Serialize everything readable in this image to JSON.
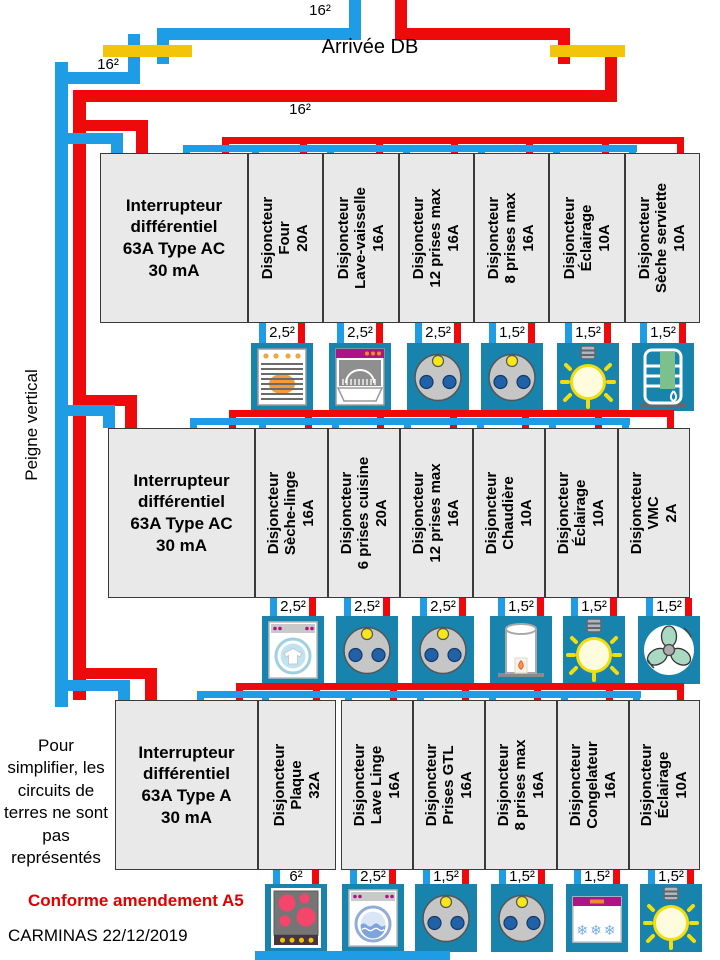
{
  "labels": {
    "arrival": "Arrivée DB",
    "wire_top": "16²",
    "wire_left": "16²",
    "wire_main": "16²",
    "peigne": "Peigne vertical",
    "note": "Pour\nsimplifier, les\ncircuits de\nterres ne sont\npas\nreprésentés",
    "conform": "Conforme amendement A5",
    "credit": "CARMINAS 22/12/2019"
  },
  "colors": {
    "neutral_blue": "#1E9CE5",
    "live_red": "#EE0A0A",
    "terminal_yellow": "#F2C50A",
    "appliance_teal": "#1884AE",
    "panel_grey": "#E9E9E9",
    "conform_red": "#E00000"
  },
  "rows": [
    {
      "rcd_label": "Interrupteur\ndifférentiel\n63A Type AC\n30 mA",
      "circuits": [
        {
          "title": "Disjoncteur",
          "name": "Four",
          "rating": "20A",
          "wire": "2,5²",
          "icon": "oven"
        },
        {
          "title": "Disjoncteur",
          "name": "Lave-vaisselle",
          "rating": "16A",
          "wire": "2,5²",
          "icon": "dishwasher"
        },
        {
          "title": "Disjoncteur",
          "name": "12 prises max",
          "rating": "16A",
          "wire": "2,5²",
          "icon": "socket"
        },
        {
          "title": "Disjoncteur",
          "name": "8 prises max",
          "rating": "16A",
          "wire": "1,5²",
          "icon": "socket"
        },
        {
          "title": "Disjoncteur",
          "name": "Éclairage",
          "rating": "10A",
          "wire": "1,5²",
          "icon": "bulb"
        },
        {
          "title": "Disjoncteur",
          "name": "Sèche serviette",
          "rating": "10A",
          "wire": "1,5²",
          "icon": "towel-rail"
        }
      ]
    },
    {
      "rcd_label": "Interrupteur\ndifférentiel\n63A Type AC\n30 mA",
      "circuits": [
        {
          "title": "Disjoncteur",
          "name": "Sèche-linge",
          "rating": "16A",
          "wire": "2,5²",
          "icon": "dryer"
        },
        {
          "title": "Disjoncteur",
          "name": "6 prises cuisine",
          "rating": "20A",
          "wire": "2,5²",
          "icon": "socket"
        },
        {
          "title": "Disjoncteur",
          "name": "12 prises max",
          "rating": "16A",
          "wire": "2,5²",
          "icon": "socket"
        },
        {
          "title": "Disjoncteur",
          "name": "Chaudière",
          "rating": "10A",
          "wire": "1,5²",
          "icon": "boiler"
        },
        {
          "title": "Disjoncteur",
          "name": "Éclairage",
          "rating": "10A",
          "wire": "1,5²",
          "icon": "bulb"
        },
        {
          "title": "Disjoncteur",
          "name": "VMC",
          "rating": "2A",
          "wire": "1,5²",
          "icon": "fan"
        }
      ]
    },
    {
      "rcd_label": "Interrupteur\ndifférentiel\n63A Type A\n30 mA",
      "circuits": [
        {
          "title": "Disjoncteur",
          "name": "Plaque",
          "rating": "32A",
          "wire": "6²",
          "icon": "cooktop"
        },
        {
          "title": "Disjoncteur",
          "name": "Lave Linge",
          "rating": "16A",
          "wire": "2,5²",
          "icon": "washer"
        },
        {
          "title": "Disjoncteur",
          "name": "Prises GTL",
          "rating": "16A",
          "wire": "1,5²",
          "icon": "socket"
        },
        {
          "title": "Disjoncteur",
          "name": "8 prises max",
          "rating": "16A",
          "wire": "1,5²",
          "icon": "socket"
        },
        {
          "title": "Disjoncteur",
          "name": "Congelateur",
          "rating": "16A",
          "wire": "1,5²",
          "icon": "freezer"
        },
        {
          "title": "Disjoncteur",
          "name": "Éclairage",
          "rating": "10A",
          "wire": "1,5²",
          "icon": "bulb"
        }
      ]
    }
  ]
}
